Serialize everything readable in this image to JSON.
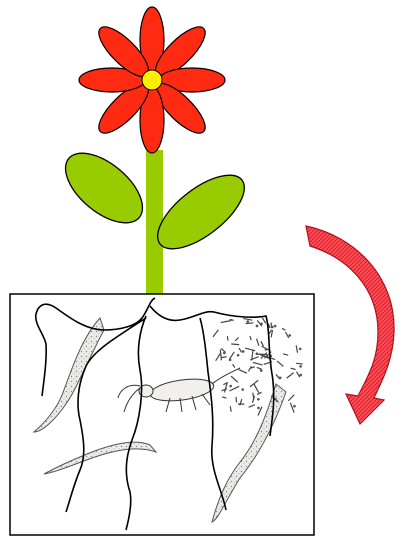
{
  "colors": {
    "background": "#ffffff",
    "petal": "#ff2a12",
    "flower_center": "#ffee00",
    "stem": "#99cc00",
    "leaf": "#99cc00",
    "outline": "#000000",
    "arrow_fill": "#ff4d57",
    "arrow_edge": "#b0101a",
    "organism_fill": "#e8e6e1"
  },
  "icons": {
    "flower": "flower-icon",
    "arrow": "curved-arrow-icon",
    "soil": "soil-cross-section",
    "nematode": "nematode-icon",
    "springtail": "springtail-icon",
    "bacteria": "bacteria-cluster-icon",
    "root": "root-line"
  },
  "flower": {
    "petal_count": 8
  }
}
